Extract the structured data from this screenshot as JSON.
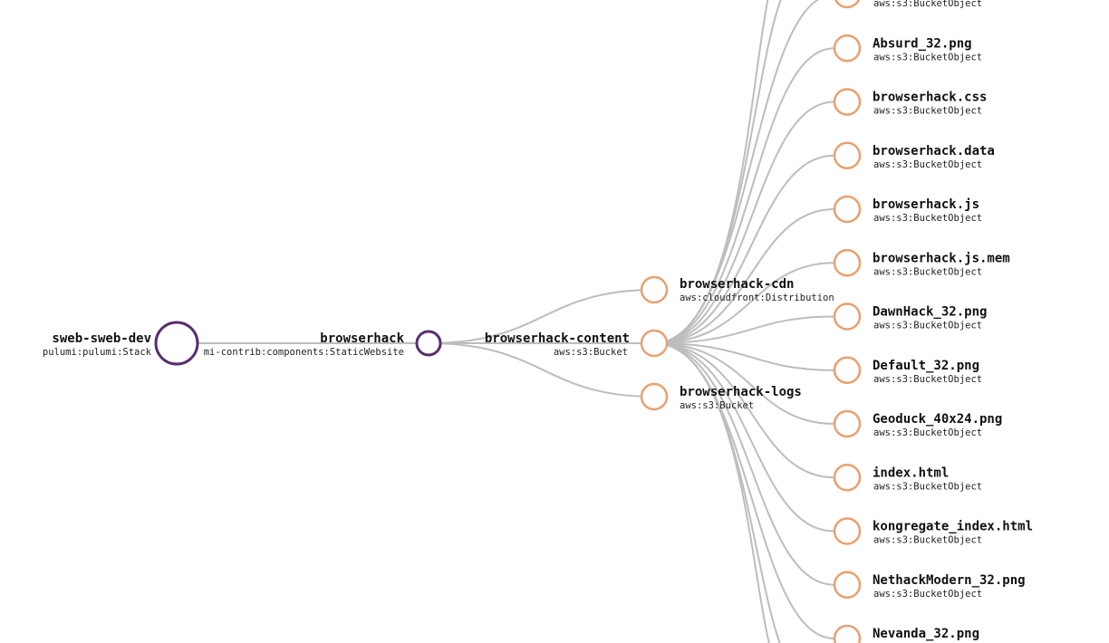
{
  "colors": {
    "edge": "#bdbdbd",
    "component_stroke": "#5a2d6e",
    "resource_stroke": "#e8a070"
  },
  "nodes": {
    "stack": {
      "name": "sweb-sweb-dev",
      "type": "pulumi:pulumi:Stack"
    },
    "website": {
      "name": "browserhack",
      "type": "mi-contrib:components:StaticWebsite"
    },
    "content": {
      "name": "browserhack-content",
      "type": "aws:s3:Bucket"
    },
    "cdn": {
      "name": "browserhack-cdn",
      "type": "aws:cloudfront:Distribution"
    },
    "logs": {
      "name": "browserhack-logs",
      "type": "aws:s3:Bucket"
    }
  },
  "objects": [
    {
      "name": "",
      "type": "aws:s3:BucketObject"
    },
    {
      "name": "Absurd_32.png",
      "type": "aws:s3:BucketObject"
    },
    {
      "name": "browserhack.css",
      "type": "aws:s3:BucketObject"
    },
    {
      "name": "browserhack.data",
      "type": "aws:s3:BucketObject"
    },
    {
      "name": "browserhack.js",
      "type": "aws:s3:BucketObject"
    },
    {
      "name": "browserhack.js.mem",
      "type": "aws:s3:BucketObject"
    },
    {
      "name": "DawnHack_32.png",
      "type": "aws:s3:BucketObject"
    },
    {
      "name": "Default_32.png",
      "type": "aws:s3:BucketObject"
    },
    {
      "name": "Geoduck_40x24.png",
      "type": "aws:s3:BucketObject"
    },
    {
      "name": "index.html",
      "type": "aws:s3:BucketObject"
    },
    {
      "name": "kongregate_index.html",
      "type": "aws:s3:BucketObject"
    },
    {
      "name": "NethackModern_32.png",
      "type": "aws:s3:BucketObject"
    },
    {
      "name": "Nevanda_32.png",
      "type": ""
    }
  ]
}
